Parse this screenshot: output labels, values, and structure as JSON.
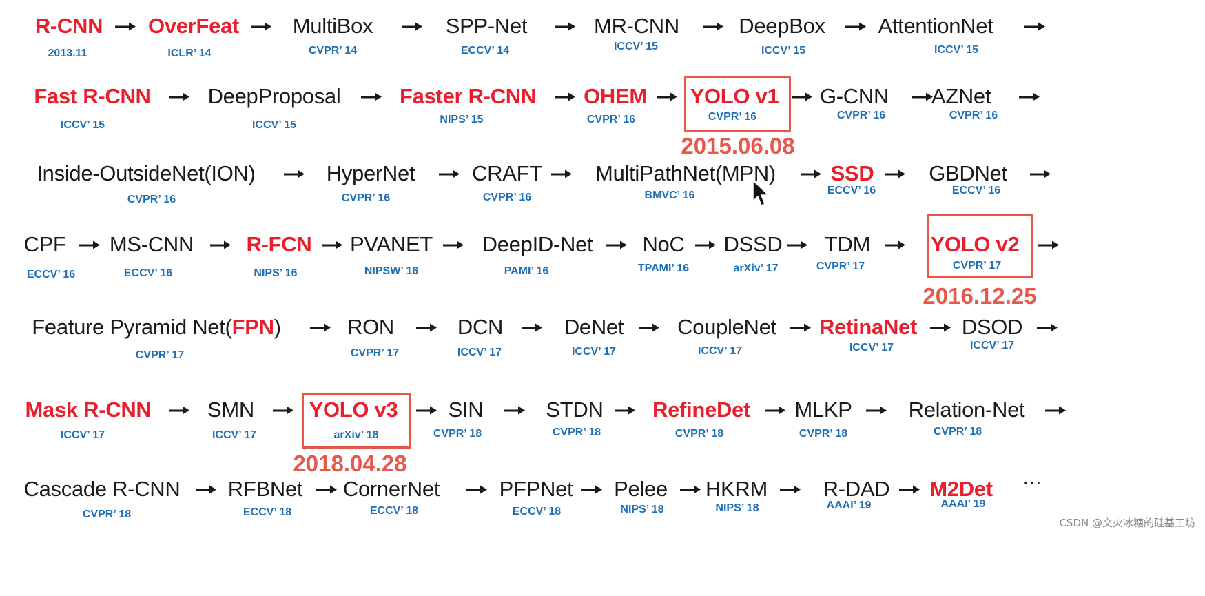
{
  "title": "Object detection milestones timeline",
  "rows": [
    {
      "items": [
        {
          "name": "R-CNN",
          "venue": "2013.11",
          "highlight": true
        },
        {
          "name": "OverFeat",
          "venue": "ICLR’ 14",
          "highlight": true
        },
        {
          "name": "MultiBox",
          "venue": "CVPR’ 14"
        },
        {
          "name": "SPP-Net",
          "venue": "ECCV’ 14"
        },
        {
          "name": "MR-CNN",
          "venue": "ICCV’ 15"
        },
        {
          "name": "DeepBox",
          "venue": "ICCV’ 15"
        },
        {
          "name": "AttentionNet",
          "venue": "ICCV’ 15"
        }
      ]
    },
    {
      "items": [
        {
          "name": "Fast R-CNN",
          "venue": "ICCV’ 15",
          "highlight": true
        },
        {
          "name": "DeepProposal",
          "venue": "ICCV’ 15"
        },
        {
          "name": "Faster R-CNN",
          "venue": "NIPS’ 15",
          "highlight": true
        },
        {
          "name": "OHEM",
          "venue": "CVPR’ 16",
          "highlight": true
        },
        {
          "name": "YOLO v1",
          "venue": "CVPR’ 16",
          "highlight": true,
          "boxed": true,
          "date": "2015.06.08"
        },
        {
          "name": "G-CNN",
          "venue": "CVPR’ 16"
        },
        {
          "name": "AZNet",
          "venue": "CVPR’ 16"
        }
      ]
    },
    {
      "items": [
        {
          "name": "Inside-OutsideNet(ION)",
          "venue": "CVPR’ 16"
        },
        {
          "name": "HyperNet",
          "venue": "CVPR’ 16"
        },
        {
          "name": "CRAFT",
          "venue": "CVPR’ 16"
        },
        {
          "name": "MultiPathNet(MPN)",
          "venue": "BMVC’ 16"
        },
        {
          "name": "SSD",
          "venue": "ECCV’ 16",
          "highlight": true
        },
        {
          "name": "GBDNet",
          "venue": "ECCV’ 16"
        }
      ]
    },
    {
      "items": [
        {
          "name": "CPF",
          "venue": "ECCV’ 16"
        },
        {
          "name": "MS-CNN",
          "venue": "ECCV’ 16"
        },
        {
          "name": "R-FCN",
          "venue": "NIPS’ 16",
          "highlight": true
        },
        {
          "name": "PVANET",
          "venue": "NIPSW’ 16"
        },
        {
          "name": "DeepID-Net",
          "venue": "PAMI’ 16"
        },
        {
          "name": "NoC",
          "venue": "TPAMI’ 16"
        },
        {
          "name": "DSSD",
          "venue": "arXiv’ 17"
        },
        {
          "name": "TDM",
          "venue": "CVPR’ 17"
        },
        {
          "name": "YOLO v2",
          "venue": "CVPR’ 17",
          "highlight": true,
          "boxed": true,
          "date": "2016.12.25"
        }
      ]
    },
    {
      "items": [
        {
          "name": "Feature Pyramid Net(",
          "name_hl": "FPN",
          "name_tail": ")",
          "venue": "CVPR’ 17"
        },
        {
          "name": "RON",
          "venue": "CVPR’ 17"
        },
        {
          "name": "DCN",
          "venue": "ICCV’ 17"
        },
        {
          "name": "DeNet",
          "venue": "ICCV’ 17"
        },
        {
          "name": "CoupleNet",
          "venue": "ICCV’ 17"
        },
        {
          "name": "RetinaNet",
          "venue": "ICCV’ 17",
          "highlight": true
        },
        {
          "name": "DSOD",
          "venue": "ICCV’ 17"
        }
      ]
    },
    {
      "items": [
        {
          "name": "Mask R-CNN",
          "venue": "ICCV’ 17",
          "highlight": true
        },
        {
          "name": "SMN",
          "venue": "ICCV’ 17"
        },
        {
          "name": "YOLO v3",
          "venue": "arXiv’ 18",
          "highlight": true,
          "boxed": true,
          "date": "2018.04.28"
        },
        {
          "name": "SIN",
          "venue": "CVPR’ 18"
        },
        {
          "name": "STDN",
          "venue": "CVPR’ 18"
        },
        {
          "name": "RefineDet",
          "venue": "CVPR’ 18",
          "highlight": true
        },
        {
          "name": "MLKP",
          "venue": "CVPR’ 18"
        },
        {
          "name": "Relation-Net",
          "venue": "CVPR’ 18"
        }
      ]
    },
    {
      "items": [
        {
          "name": "Cascade R-CNN",
          "venue": "CVPR’ 18"
        },
        {
          "name": "RFBNet",
          "venue": "ECCV’ 18"
        },
        {
          "name": "CornerNet",
          "venue": "ECCV’ 18"
        },
        {
          "name": "PFPNet",
          "venue": "ECCV’ 18"
        },
        {
          "name": "Pelee",
          "venue": "NIPS’ 18"
        },
        {
          "name": "HKRM",
          "venue": "NIPS’ 18"
        },
        {
          "name": "R-DAD",
          "venue": "AAAI’ 19"
        },
        {
          "name": "M2Det",
          "venue": "AAAI’ 19",
          "highlight": true
        }
      ]
    }
  ],
  "ellipsis": "···",
  "watermark": "CSDN @文火冰糖的硅基工坊",
  "colors": {
    "highlight": "#e8202e",
    "venue": "#1f6fb5",
    "box": "#e8584a"
  }
}
